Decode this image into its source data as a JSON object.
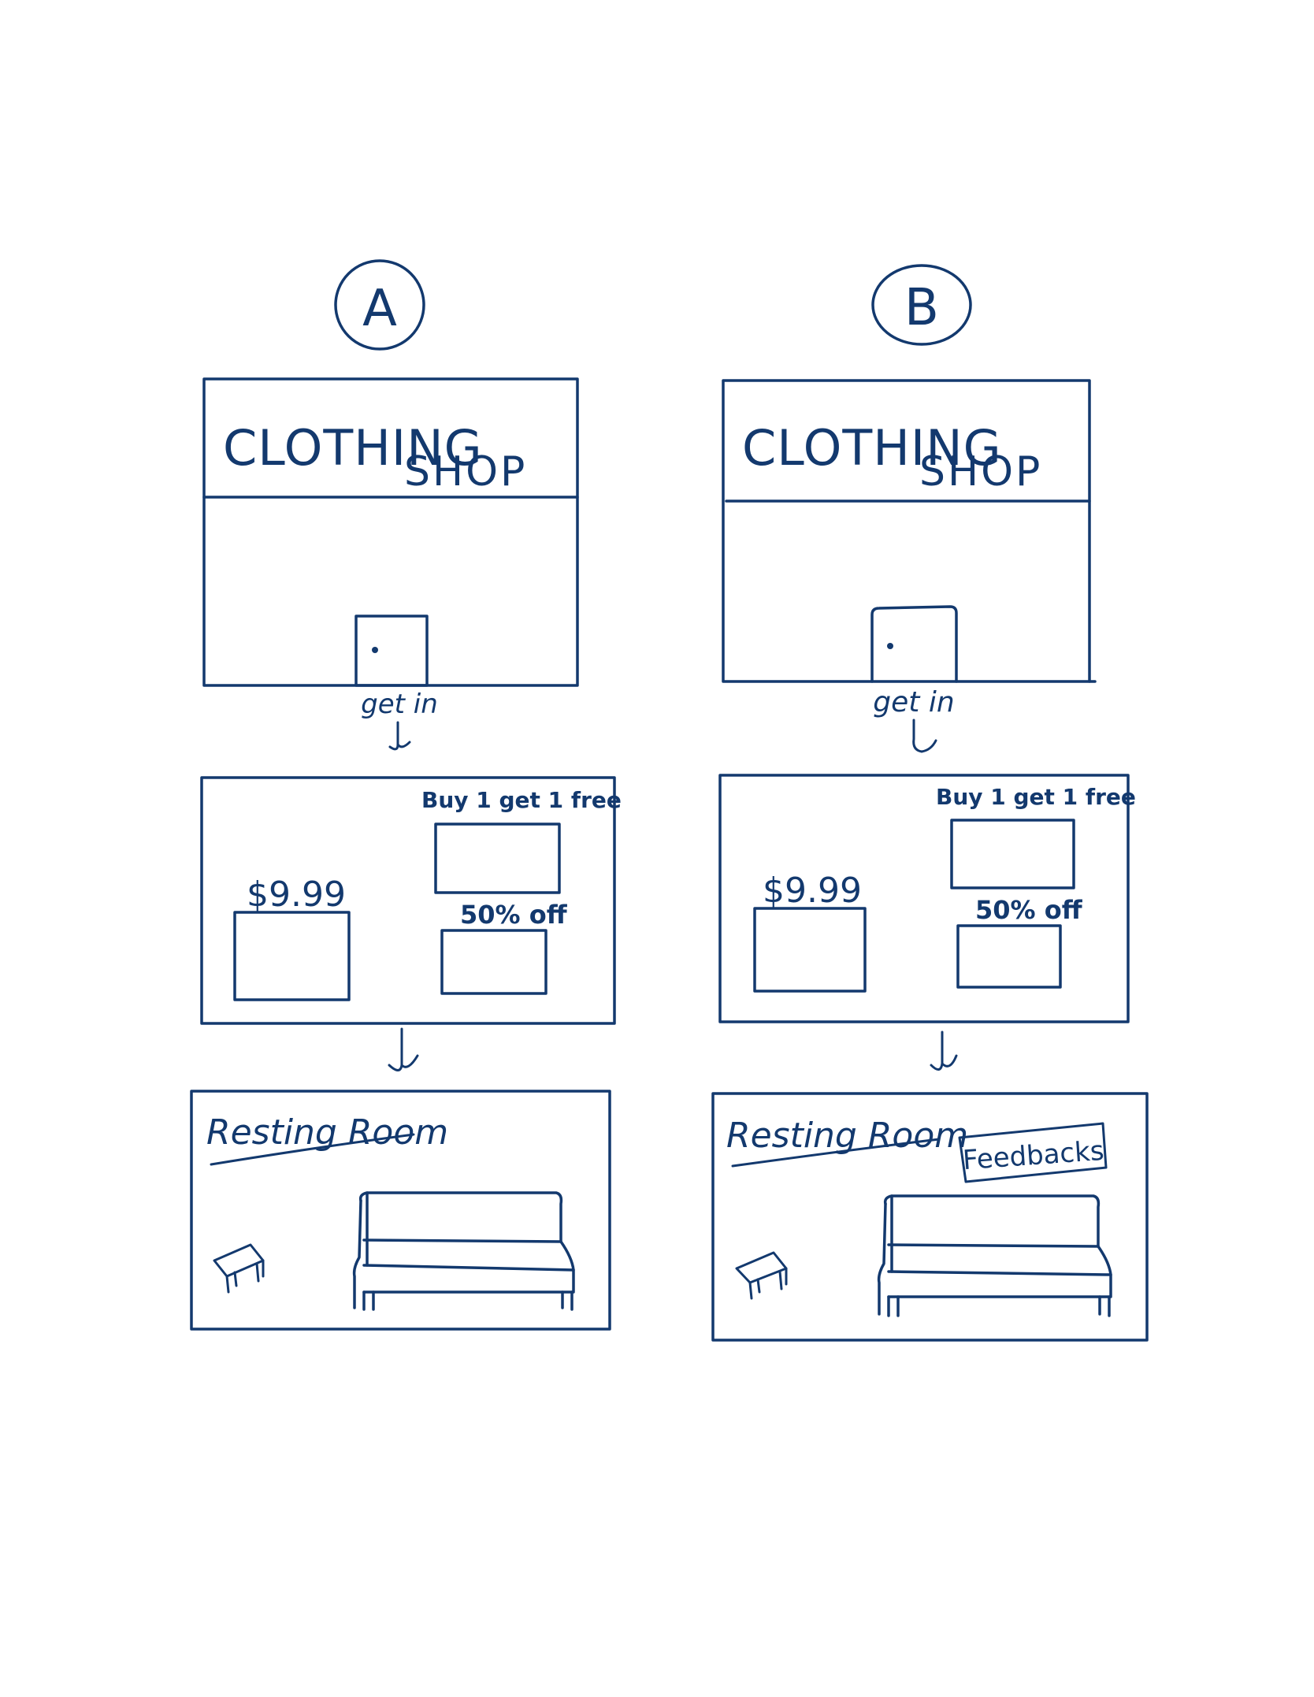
{
  "ink_color": "#13396e",
  "variants": [
    {
      "id": "A",
      "badge": "A",
      "shopfront": {
        "title_line1": "CLOTHING",
        "title_line2": "SHOP"
      },
      "enter_label": "get in",
      "store": {
        "price_tag": "$9.99",
        "promo": "Buy 1 get 1 free",
        "discount": "50% off"
      },
      "resting": {
        "title": "Resting Room",
        "feedback_label": ""
      }
    },
    {
      "id": "B",
      "badge": "B",
      "shopfront": {
        "title_line1": "CLOTHING",
        "title_line2": "SHOP"
      },
      "enter_label": "get in",
      "store": {
        "price_tag": "$9.99",
        "promo": "Buy 1 get 1 free",
        "discount": "50% off"
      },
      "resting": {
        "title": "Resting Room",
        "feedback_label": "Feedbacks"
      }
    }
  ],
  "icons": [
    "door-icon",
    "down-arrow-icon",
    "sofa-icon",
    "stool-icon"
  ]
}
